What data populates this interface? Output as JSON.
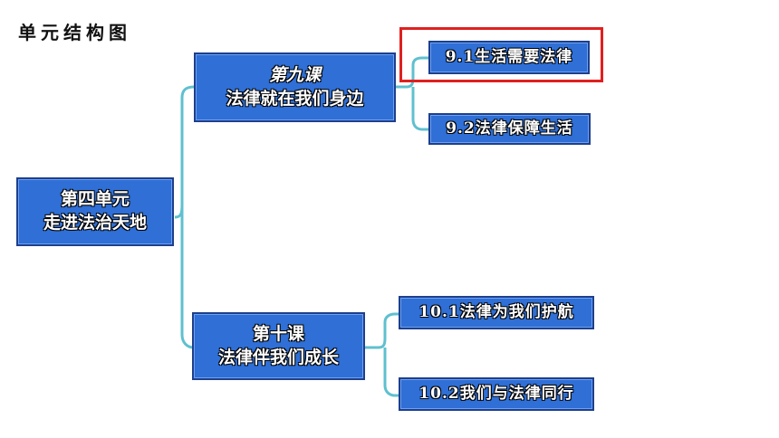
{
  "page_title": "单元结构图",
  "root": {
    "line1": "第四单元",
    "line2": "走进法治天地"
  },
  "lessons": [
    {
      "line1": "第九课",
      "line2": "法律就在我们身边",
      "topics": [
        "9.1生活需要法律",
        "9.2法律保障生活"
      ]
    },
    {
      "line1": "第十课",
      "line2": "法律伴我们成长",
      "topics": [
        "10.1法律为我们护航",
        "10.2我们与法律同行"
      ]
    }
  ],
  "colors": {
    "node_fill": "#2f6fd6",
    "node_border": "#1d3f8c",
    "connector": "#5fc0cf",
    "highlight": "#e02020"
  }
}
